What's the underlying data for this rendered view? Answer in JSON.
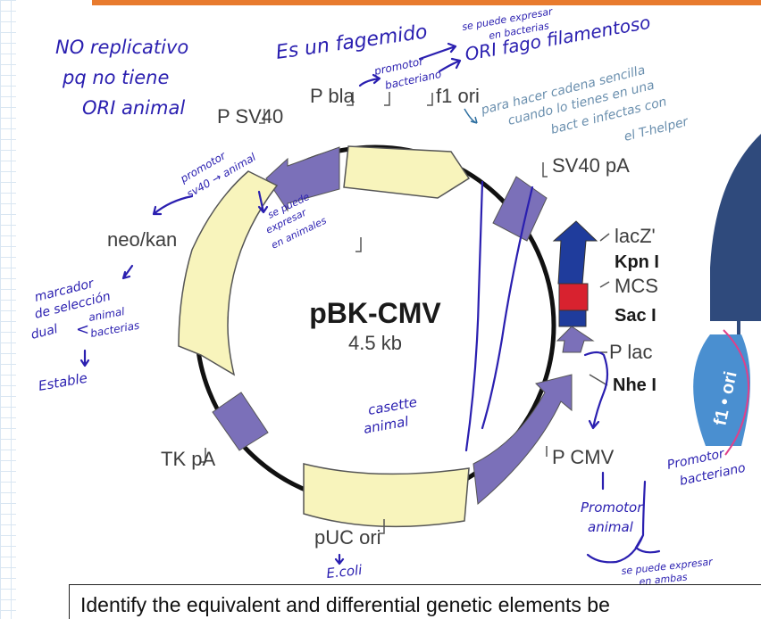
{
  "diagram": {
    "plasmid_name": "pBK-CMV",
    "plasmid_size": "4.5 kb",
    "labels": {
      "p_bla": "P bla",
      "f1_ori": "f1 ori",
      "p_sv40": "P SV40",
      "sv40_pa": "SV40 pA",
      "neo_kan": "neo/kan",
      "lacz": "lacZ'",
      "kpn1": "Kpn I",
      "mcs": "MCS",
      "sac1": "Sac I",
      "p_lac": "P lac",
      "nhe1": "Nhe I",
      "tk_pa": "TK pA",
      "p_cmv": "P CMV",
      "puc_ori": "pUC ori"
    },
    "side_label": "f1 • ori"
  },
  "annotations": {
    "no_replicativo": [
      "NO replicativo",
      "pq no tiene",
      "ORI animal"
    ],
    "fagemido": "Es un fagemido",
    "se_puede_expresar_bact": [
      "se puede expresar",
      "en bacterias"
    ],
    "promotor_bacteriano": [
      "promotor",
      "bacteriano"
    ],
    "ori_fago": "ORI fago filamentoso",
    "cadena_sencilla": [
      "para hacer cadena sencilla",
      "cuando lo tienes en una",
      "bact e infectas con",
      "el T-helper"
    ],
    "promotor_sv40": [
      "promotor",
      "sv40 → animal"
    ],
    "expresar_animales": [
      "se puede",
      "expresar",
      "en animales"
    ],
    "marcador": [
      "marcador",
      "de selección",
      "dual"
    ],
    "animal_bacterias": [
      "animal",
      "bacterias"
    ],
    "estable": "Estable",
    "casette": [
      "casette",
      "animal"
    ],
    "promotor_bacteriano_2": [
      "Promotor",
      "bacteriano"
    ],
    "promotor_animal": [
      "Promotor",
      "animal"
    ],
    "ecoli": "E.coli",
    "expresar_ambas": [
      "se puede expresar",
      "en ambas"
    ]
  },
  "caption": "Identify the equivalent and differential genetic elements be"
}
